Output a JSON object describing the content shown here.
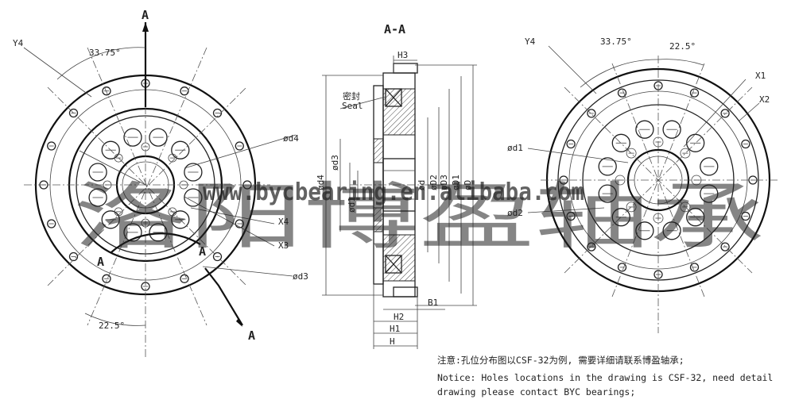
{
  "watermark": {
    "chinese": "洛阳博盈轴承",
    "url": "www.bycbearing.en.alibaba.com"
  },
  "section_title": "A-A",
  "left_view": {
    "angle_top": "33.75°",
    "angle_bottom": "22.5°",
    "section_marks": [
      "A",
      "A",
      "A",
      "A"
    ],
    "labels": {
      "y4": "Y4",
      "x4": "X4",
      "x3": "X3",
      "d4": "ød4",
      "d3": "ød3"
    }
  },
  "section_view": {
    "seal_cn": "密封",
    "seal_en": "Seal",
    "h3": "H3",
    "h2": "H2",
    "h1": "H1",
    "h": "H",
    "b1": "B1",
    "diameters": [
      "ød4",
      "ød3",
      "ød1",
      "ød",
      "øD2",
      "øD3",
      "øD1",
      "øD"
    ]
  },
  "right_view": {
    "angle_a": "33.75°",
    "angle_b": "22.5°",
    "labels": {
      "y4": "Y4",
      "x1": "X1",
      "x2": "X2",
      "d1": "ød1",
      "d2": "ød2"
    }
  },
  "notice": {
    "cn": "注意:孔位分布图以CSF-32为例, 需要详细请联系博盈轴承;",
    "en_line1": "Notice: Holes locations in the drawing is CSF-32, need detail",
    "en_line2": "drawing please contact BYC bearings;"
  }
}
